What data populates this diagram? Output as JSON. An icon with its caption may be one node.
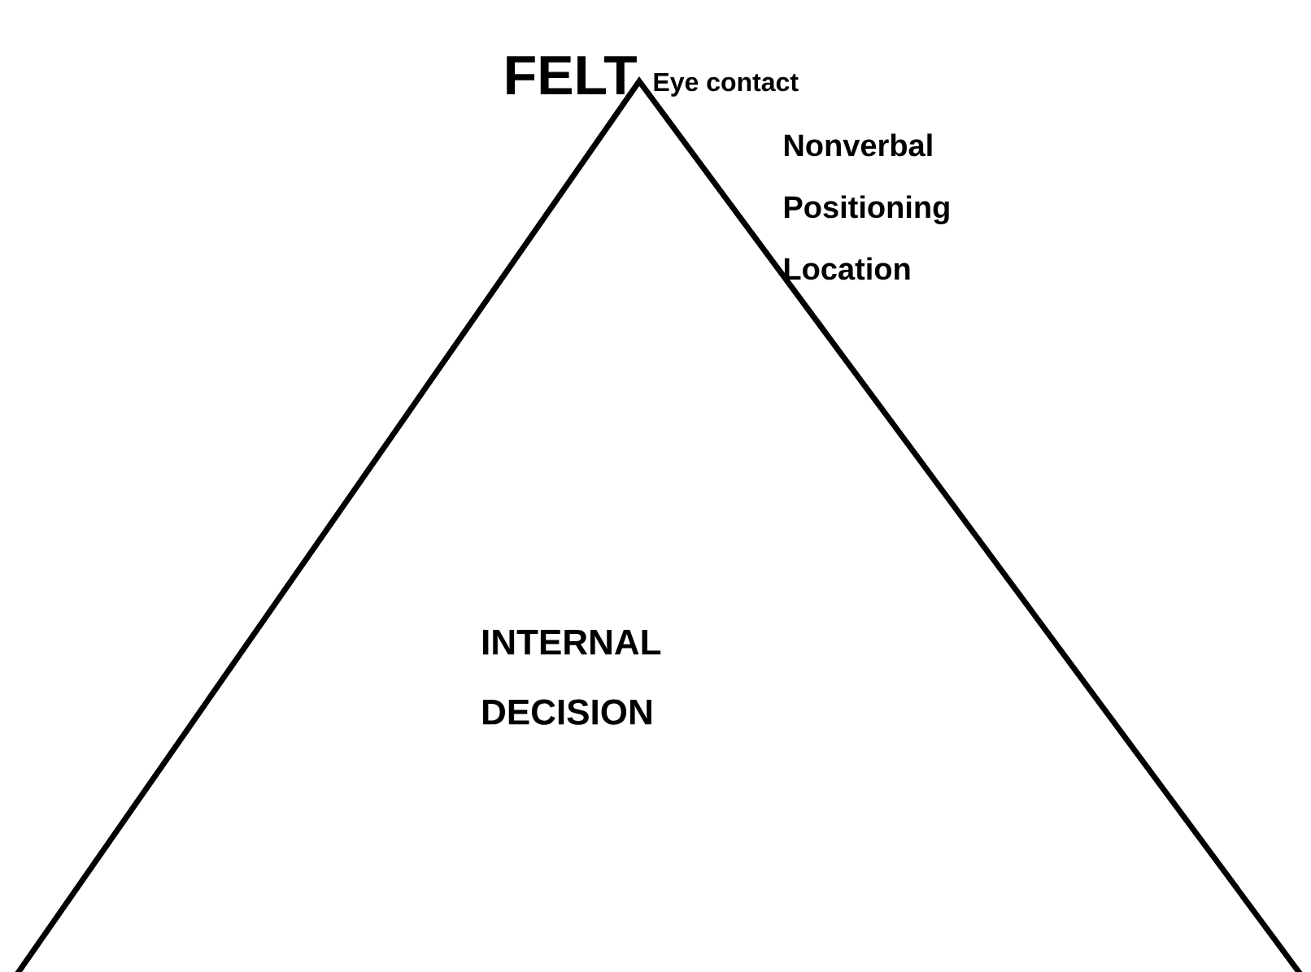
{
  "diagram": {
    "nodes": [
      {
        "text": [
          "FELT",
          "INTERNAL DECISION"
        ]
      }
    ],
    "labels": [
      "Eye contact",
      "Nonverbal",
      "Positioning",
      "Location"
    ]
  }
}
